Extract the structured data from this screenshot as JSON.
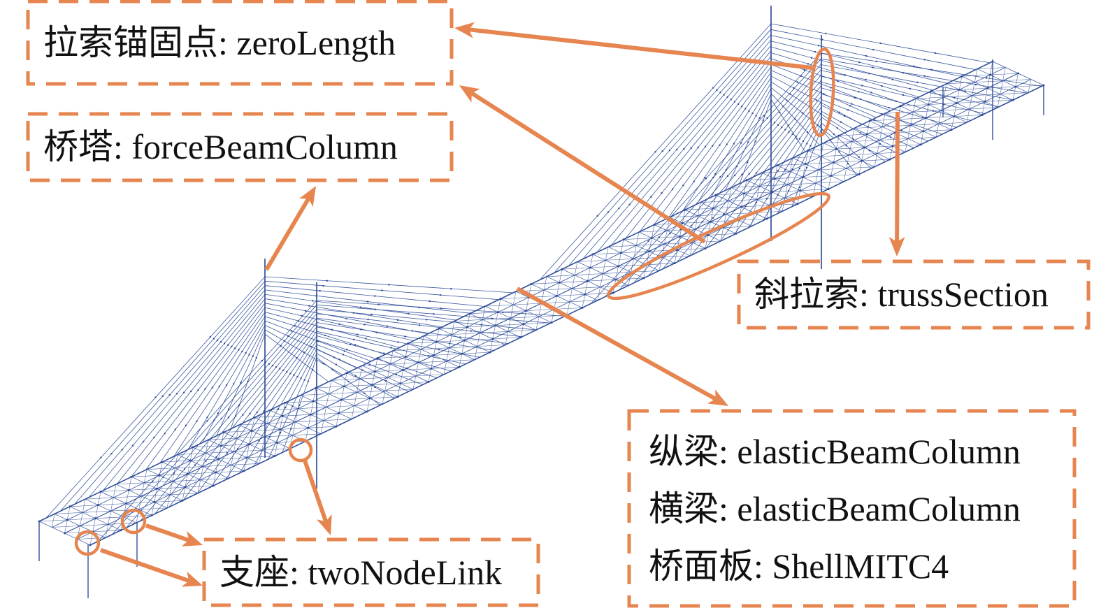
{
  "figure": {
    "description": "Finite element model wireframe of a two-pylon cable-stayed bridge, axonometric view, annotated with element types",
    "colors": {
      "model_line": "#32509b",
      "node_dot": "#2b4690",
      "annotation": "#e6854f",
      "text": "#111111",
      "background": "#ffffff"
    }
  },
  "annotations": {
    "cable_anchor": {
      "label": "拉索锚固点: zeroLength"
    },
    "tower": {
      "label": "桥塔: forceBeamColumn"
    },
    "stay_cable": {
      "label": "斜拉索: trussSection"
    },
    "bearing": {
      "label": "支座: twoNodeLink"
    },
    "deck": {
      "lines": [
        "纵梁: elasticBeamColumn",
        "横梁: elasticBeamColumn",
        "桥面板: ShellMITC4"
      ]
    }
  },
  "model_legend": [
    {
      "component": "拉索锚固点",
      "element": "zeroLength"
    },
    {
      "component": "桥塔",
      "element": "forceBeamColumn"
    },
    {
      "component": "斜拉索",
      "element": "trussSection"
    },
    {
      "component": "支座",
      "element": "twoNodeLink"
    },
    {
      "component": "纵梁",
      "element": "elasticBeamColumn"
    },
    {
      "component": "横梁",
      "element": "elasticBeamColumn"
    },
    {
      "component": "桥面板",
      "element": "ShellMITC4"
    }
  ]
}
